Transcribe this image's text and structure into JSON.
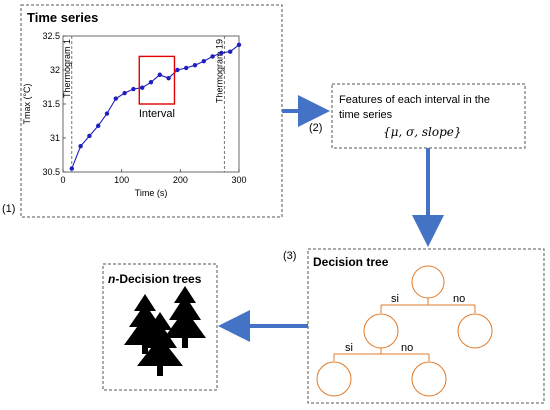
{
  "panel1": {
    "title": "Time series",
    "step_label": "(1)",
    "chart_data": {
      "type": "line",
      "xlabel": "Time (s)",
      "ylabel": "Tmax (°C)",
      "xlim": [
        0,
        300
      ],
      "ylim": [
        30.5,
        32.5
      ],
      "xticks": [
        "0",
        "100",
        "200",
        "300"
      ],
      "yticks": [
        "30.5",
        "31",
        "31.5",
        "32",
        "32.5"
      ],
      "x": [
        15,
        30,
        45,
        60,
        75,
        90,
        105,
        120,
        135,
        150,
        165,
        180,
        195,
        210,
        225,
        240,
        255,
        270,
        285,
        300
      ],
      "y": [
        30.55,
        30.88,
        31.03,
        31.18,
        31.36,
        31.58,
        31.66,
        31.72,
        31.74,
        31.82,
        31.93,
        31.88,
        32.0,
        32.03,
        32.07,
        32.13,
        32.2,
        32.25,
        32.27,
        32.37
      ],
      "series_color": "#1f1fbf",
      "grid": false,
      "annotations": {
        "thermogram_start": {
          "label": "Thermogram 1",
          "x": 15
        },
        "thermogram_end": {
          "label": "Thermogram 19",
          "x": 275
        },
        "interval": {
          "label": "Interval",
          "x": [
            130,
            190
          ],
          "y": [
            31.5,
            32.2
          ]
        }
      }
    }
  },
  "panel2": {
    "step_label": "(2)",
    "line1": "Features of each interval in the",
    "line2": "time series",
    "formula": "{μ, σ, slope}"
  },
  "panel3": {
    "step_label": "(3)",
    "title": "Decision tree",
    "edge_yes": "si",
    "edge_no": "no",
    "node_color": "#e07b2a"
  },
  "panel4": {
    "title_italic": "n",
    "title_rest": "-Decision trees"
  },
  "arrow_color": "#4472c4"
}
